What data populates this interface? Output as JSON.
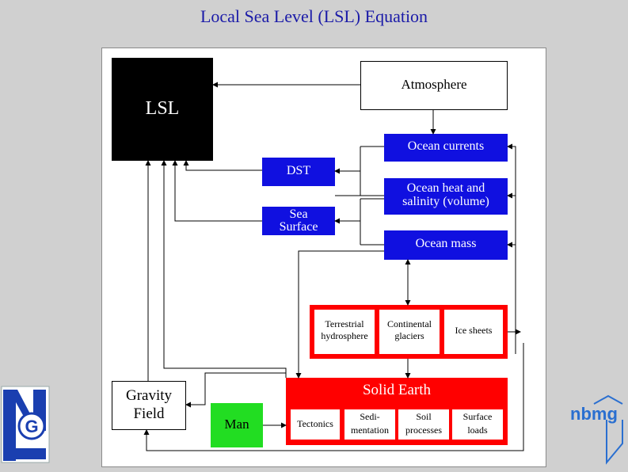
{
  "title": "Local Sea Level (LSL) Equation",
  "diagram": {
    "lsl": "LSL",
    "atmosphere": "Atmosphere",
    "ocean_currents": "Ocean currents",
    "dst": "DST",
    "ocean_heat_line1": "Ocean heat and",
    "ocean_heat_line2": "salinity (volume)",
    "sea_surface_line1": "Sea",
    "sea_surface_line2": "Surface",
    "ocean_mass": "Ocean mass",
    "terrestrial_line1": "Terrestrial",
    "terrestrial_line2": "hydrosphere",
    "continental_line1": "Continental",
    "continental_line2": "glaciers",
    "ice_sheets": "Ice sheets",
    "gravity_line1": "Gravity",
    "gravity_line2": "Field",
    "man": "Man",
    "solid_earth": "Solid Earth",
    "tectonics": "Tectonics",
    "sedimentation_line1": "Sedi-",
    "sedimentation_line2": "mentation",
    "soil_line1": "Soil",
    "soil_line2": "processes",
    "surface_loads_line1": "Surface",
    "surface_loads_line2": "loads"
  },
  "logos": {
    "left_letters": "NLG",
    "right_text": "nbmg"
  },
  "colors": {
    "title": "#1a1aa8",
    "blue_box": "#1010e0",
    "red_box": "#ff0000",
    "green_box": "#22dd22",
    "black_box": "#000000"
  }
}
